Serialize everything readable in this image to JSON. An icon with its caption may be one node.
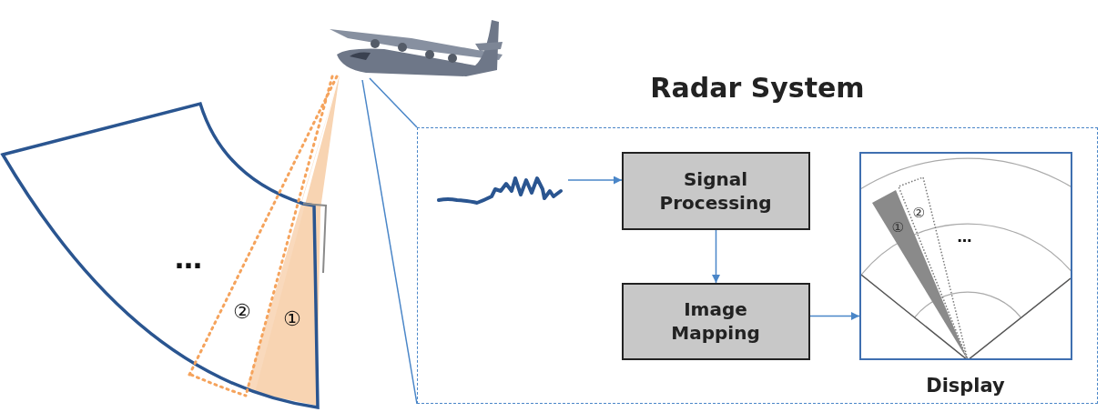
{
  "diagram": {
    "nodes": [
      {
        "text": [
          "Radar System"
        ]
      },
      {
        "text": [],
        "shape": "picture",
        "in": 0
      },
      {
        "text": [
          "Signal Processing"
        ],
        "in": 0
      },
      {
        "text": [
          "Image Mapping"
        ],
        "in": 0
      },
      {
        "text": [
          "Display"
        ],
        "in": 0
      },
      {
        "text": [],
        "shape": "picture"
      }
    ],
    "edges": [
      {
        "from": 1,
        "to": 2,
        "arrow": "to"
      },
      {
        "from": 2,
        "to": 3,
        "arrow": "to"
      },
      {
        "from": 3,
        "to": 4,
        "arrow": "to"
      },
      {
        "from": 5,
        "to": 0,
        "arrow": "none"
      },
      {
        "from": 5,
        "to": 0,
        "arrow": "none"
      }
    ],
    "labels": [
      "②",
      "①",
      "…",
      "②",
      "①",
      "…"
    ]
  }
}
